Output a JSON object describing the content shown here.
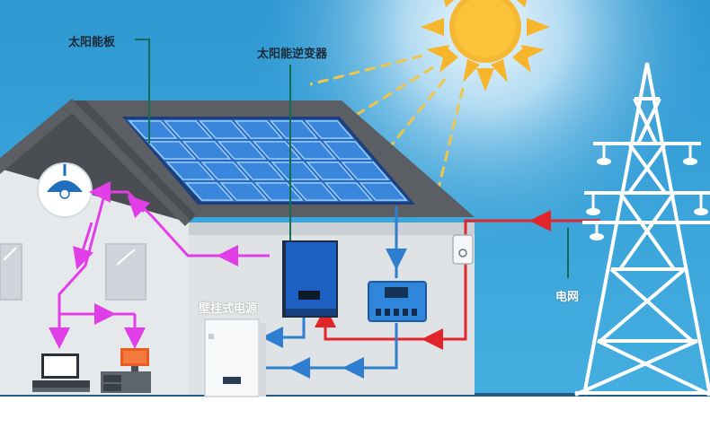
{
  "labels": {
    "solar_panel": "太阳能板",
    "solar_inverter": "太阳能逆变器",
    "grid": "电网",
    "wall_battery": "壁挂式电源"
  },
  "colors": {
    "sky": "#3aa0d6",
    "sun": "#f7b52c",
    "panel": "#1f5fb5",
    "house_wall": "#e6e9ec",
    "roof": "#5b5f63",
    "ac_line": "#e0262b",
    "dc_line": "#2e7fcf",
    "load_line": "#e23ee7",
    "leader_line": "#136d52",
    "tower": "#ffffff"
  },
  "icons": [
    "sun-icon",
    "pylon-icon",
    "lamp-icon",
    "computer-icon",
    "monitor-icon",
    "meter-icon",
    "inverter-icon",
    "controller-icon",
    "battery-icon"
  ]
}
